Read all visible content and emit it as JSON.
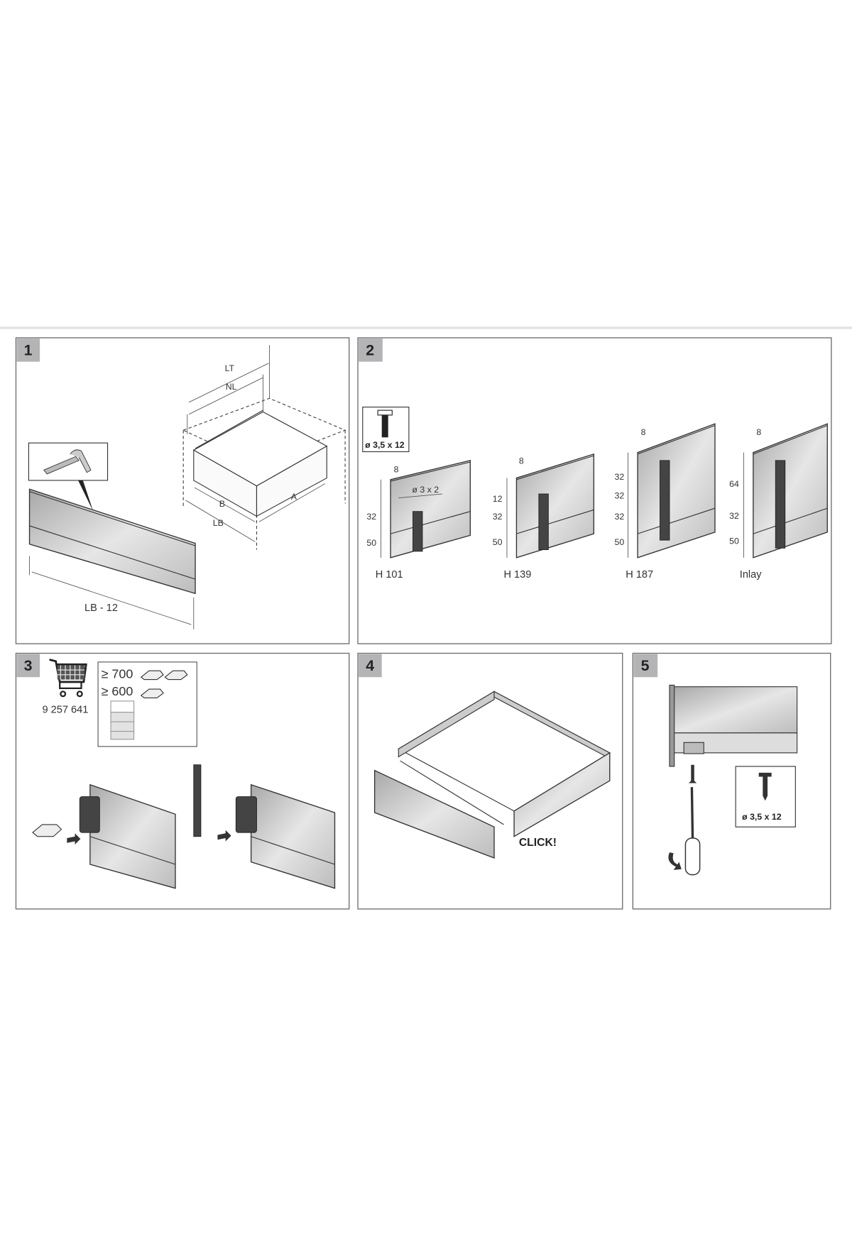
{
  "steps": [
    {
      "number": "1",
      "labels": {
        "lt": "LT",
        "nl": "NL",
        "b": "B",
        "a": "A",
        "lb": "LB",
        "lb_minus": "LB - 12"
      }
    },
    {
      "number": "2",
      "screw": "ø 3,5 x 12",
      "variants": [
        {
          "name": "H 101",
          "hole": "ø 3 x 2",
          "dims": [
            "8",
            "32",
            "50"
          ]
        },
        {
          "name": "H 139",
          "dims": [
            "8",
            "12",
            "32",
            "50"
          ]
        },
        {
          "name": "H 187",
          "dims": [
            "8",
            "32",
            "32",
            "32",
            "50"
          ]
        },
        {
          "name": "Inlay",
          "dims": [
            "8",
            "64",
            "32",
            "50"
          ]
        }
      ]
    },
    {
      "number": "3",
      "article": "9 257 641",
      "rule_700": "≥ 700",
      "rule_600": "≥ 600"
    },
    {
      "number": "4",
      "click": "CLICK!"
    },
    {
      "number": "5",
      "screw": "ø 3,5 x 12"
    }
  ]
}
